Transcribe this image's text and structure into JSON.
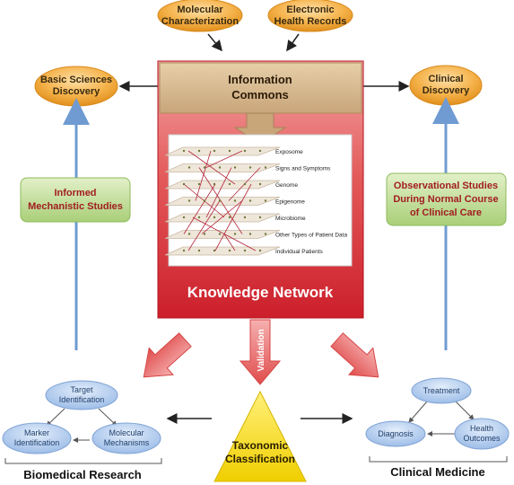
{
  "top_inputs": {
    "molecular": [
      "Molecular",
      "Characterization"
    ],
    "ehr": [
      "Electronic",
      "Health Records"
    ]
  },
  "left_discovery": [
    "Basic Sciences",
    "Discovery"
  ],
  "right_discovery": [
    "Clinical",
    "Discovery"
  ],
  "info_commons": [
    "Information",
    "Commons"
  ],
  "layers": [
    "Exposome",
    "Signs and Symptoms",
    "Genome",
    "Epigenome",
    "Microbiome",
    "Other Types of Patient Data",
    "Individual Patients"
  ],
  "knowledge_network": "Knowledge Network",
  "left_study": [
    "Informed",
    "Mechanistic Studies"
  ],
  "right_study": [
    "Observational Studies",
    "During Normal Course",
    "of Clinical Care"
  ],
  "validation": "Validation",
  "taxonomic": [
    "Taxonomic",
    "Classification"
  ],
  "biomedical": {
    "target": [
      "Target",
      "Identification"
    ],
    "marker": [
      "Marker",
      "Identification"
    ],
    "molecular": [
      "Molecular",
      "Mechanisms"
    ],
    "label": "Biomedical Research"
  },
  "clinical": {
    "treatment": "Treatment",
    "diagnosis": "Diagnosis",
    "health": [
      "Health",
      "Outcomes"
    ],
    "label": "Clinical Medicine"
  },
  "colors": {
    "orange": "#f0a83a",
    "info_box": "#d2b48c",
    "knowledge_red": "#d5202e",
    "green_box": "#b9d98a",
    "green_text": "#a21d22",
    "triangle": "#f2d500",
    "pink_arrow": "#e46b6b",
    "blue_arrow": "#6f9bd2",
    "blue_ellipse": "#a9c5ec"
  }
}
